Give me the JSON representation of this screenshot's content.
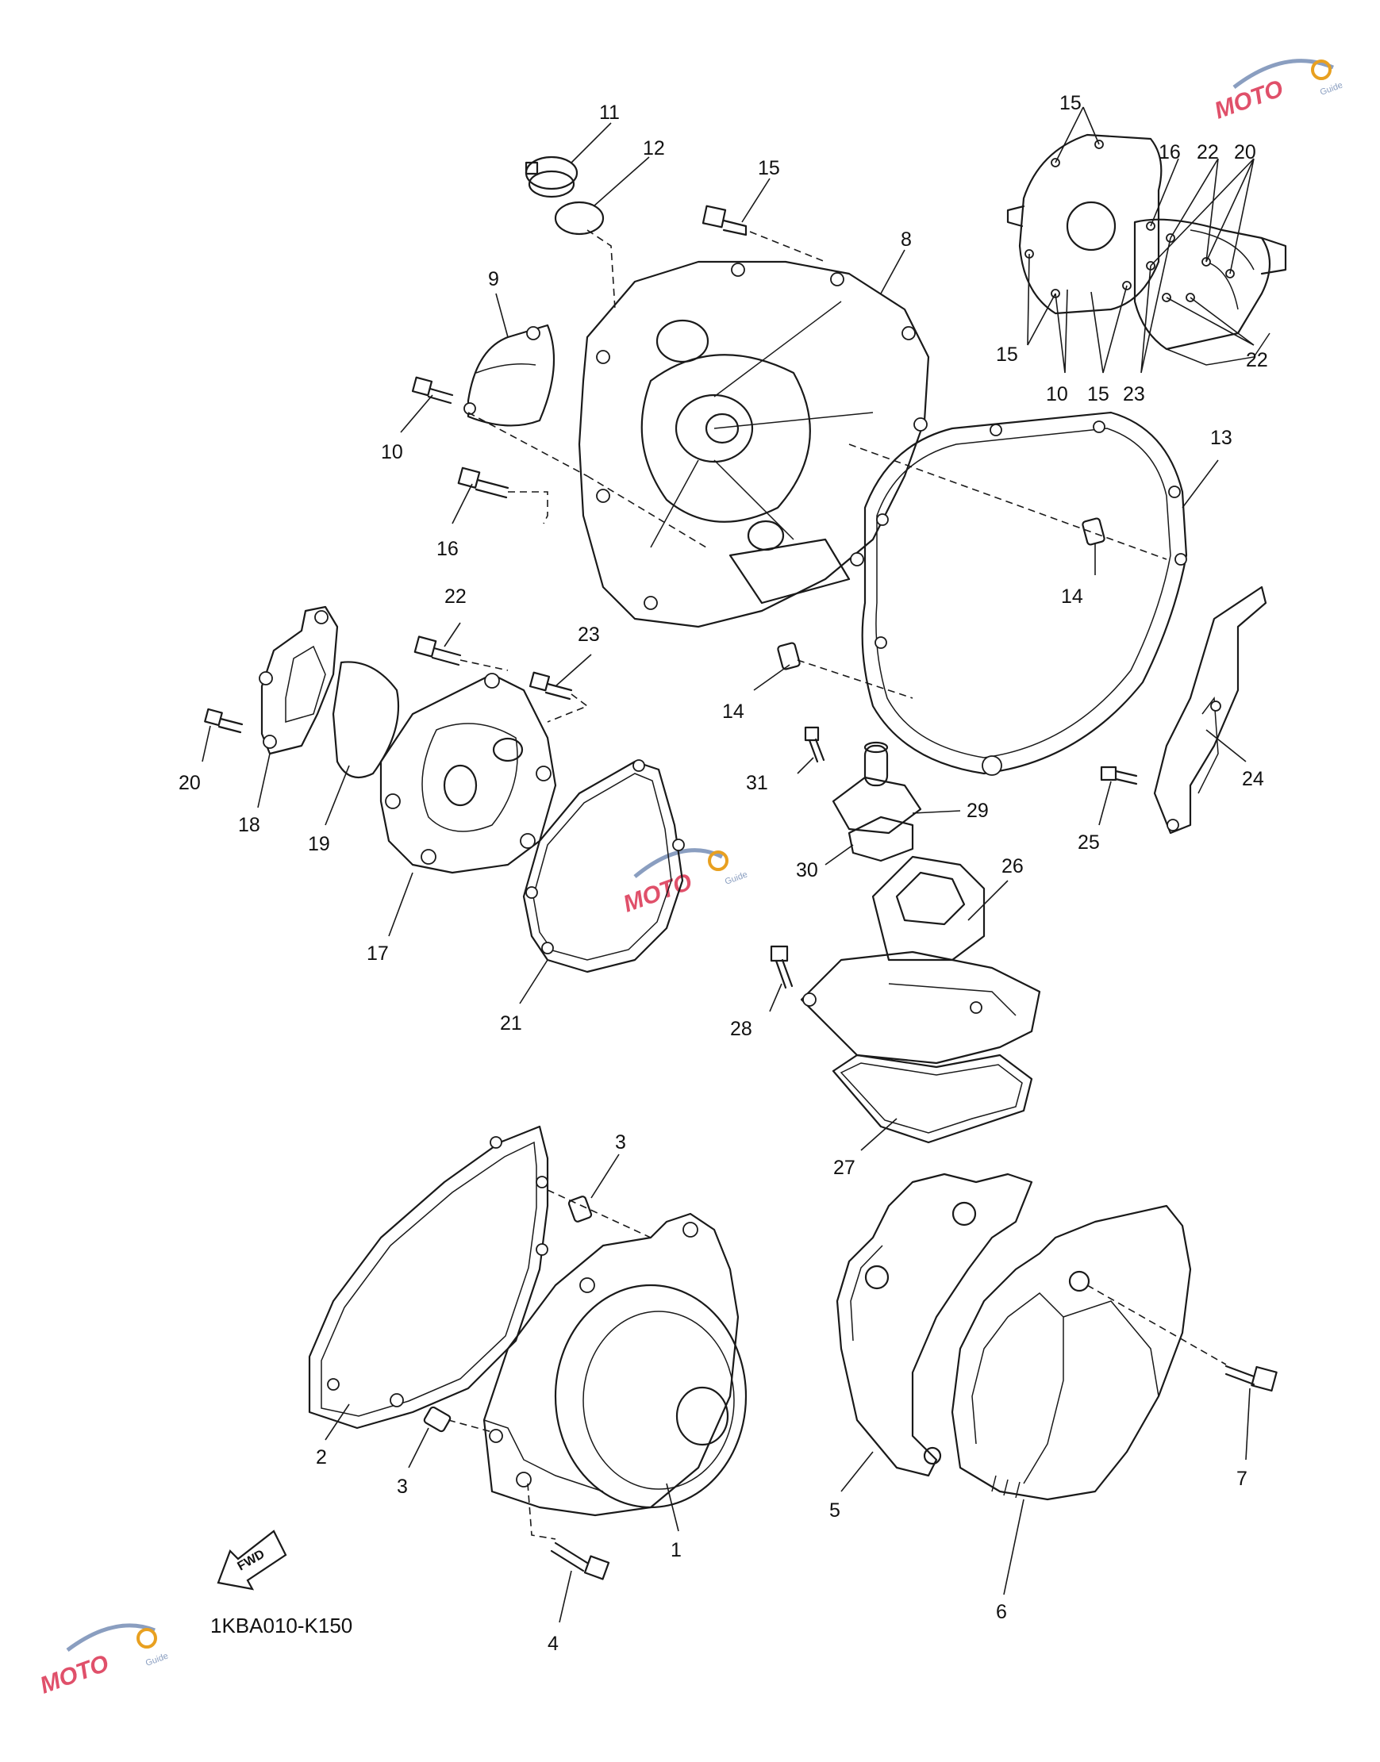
{
  "diagram_code": "1KBA010-K150",
  "fwd_label": "FWD",
  "watermark": {
    "brand": "MOTO",
    "sub": "Guide",
    "colors": {
      "pink": "#e0506a",
      "blue": "#8a9ec0"
    }
  },
  "callouts": {
    "c1": "1",
    "c2": "2",
    "c3a": "3",
    "c3b": "3",
    "c4": "4",
    "c5": "5",
    "c6": "6",
    "c7": "7",
    "c8": "8",
    "c9": "9",
    "c10a": "10",
    "c10b": "10",
    "c11": "11",
    "c12": "12",
    "c13": "13",
    "c14a": "14",
    "c14b": "14",
    "c15a": "15",
    "c15b": "15",
    "c15c": "15",
    "c15d": "15",
    "c16a": "16",
    "c16b": "16",
    "c17": "17",
    "c18": "18",
    "c19": "19",
    "c20a": "20",
    "c20b": "20",
    "c21": "21",
    "c22a": "22",
    "c22b": "22",
    "c22c": "22",
    "c23a": "23",
    "c23b": "23",
    "c24": "24",
    "c25": "25",
    "c26": "26",
    "c27": "27",
    "c28": "28",
    "c29": "29",
    "c30": "30",
    "c31": "31"
  }
}
